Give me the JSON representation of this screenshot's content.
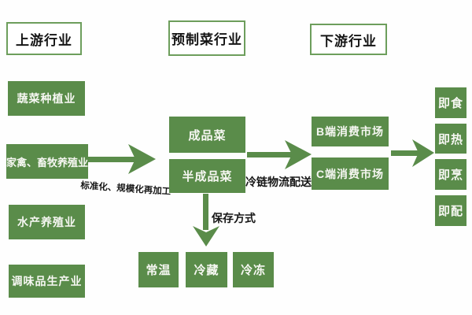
{
  "colors": {
    "box_green": "#5a8c4a",
    "header_border_green": "#6d9e5c",
    "box_text": "#f6f7f2",
    "label_text": "#161616",
    "background": "#ffffff"
  },
  "headers": {
    "upstream": "上游行业",
    "middle": "预制菜行业",
    "downstream": "下游行业"
  },
  "upstream": {
    "items": [
      "蔬菜种植业",
      "家禽、畜牧养殖业",
      "水产养殖业",
      "调味品生产业"
    ]
  },
  "middle": {
    "finished": "成品菜",
    "semi_finished": "半成品菜",
    "storage_label": "保存方式",
    "storage_items": [
      "常温",
      "冷藏",
      "冷冻"
    ]
  },
  "downstream": {
    "markets": [
      "B端消费市场",
      "C端消费市场"
    ],
    "products": [
      "即食",
      "即热",
      "即烹",
      "即配"
    ]
  },
  "arrow_labels": {
    "process": "标准化、规模化再加工",
    "logistics": "冷链物流配送"
  }
}
